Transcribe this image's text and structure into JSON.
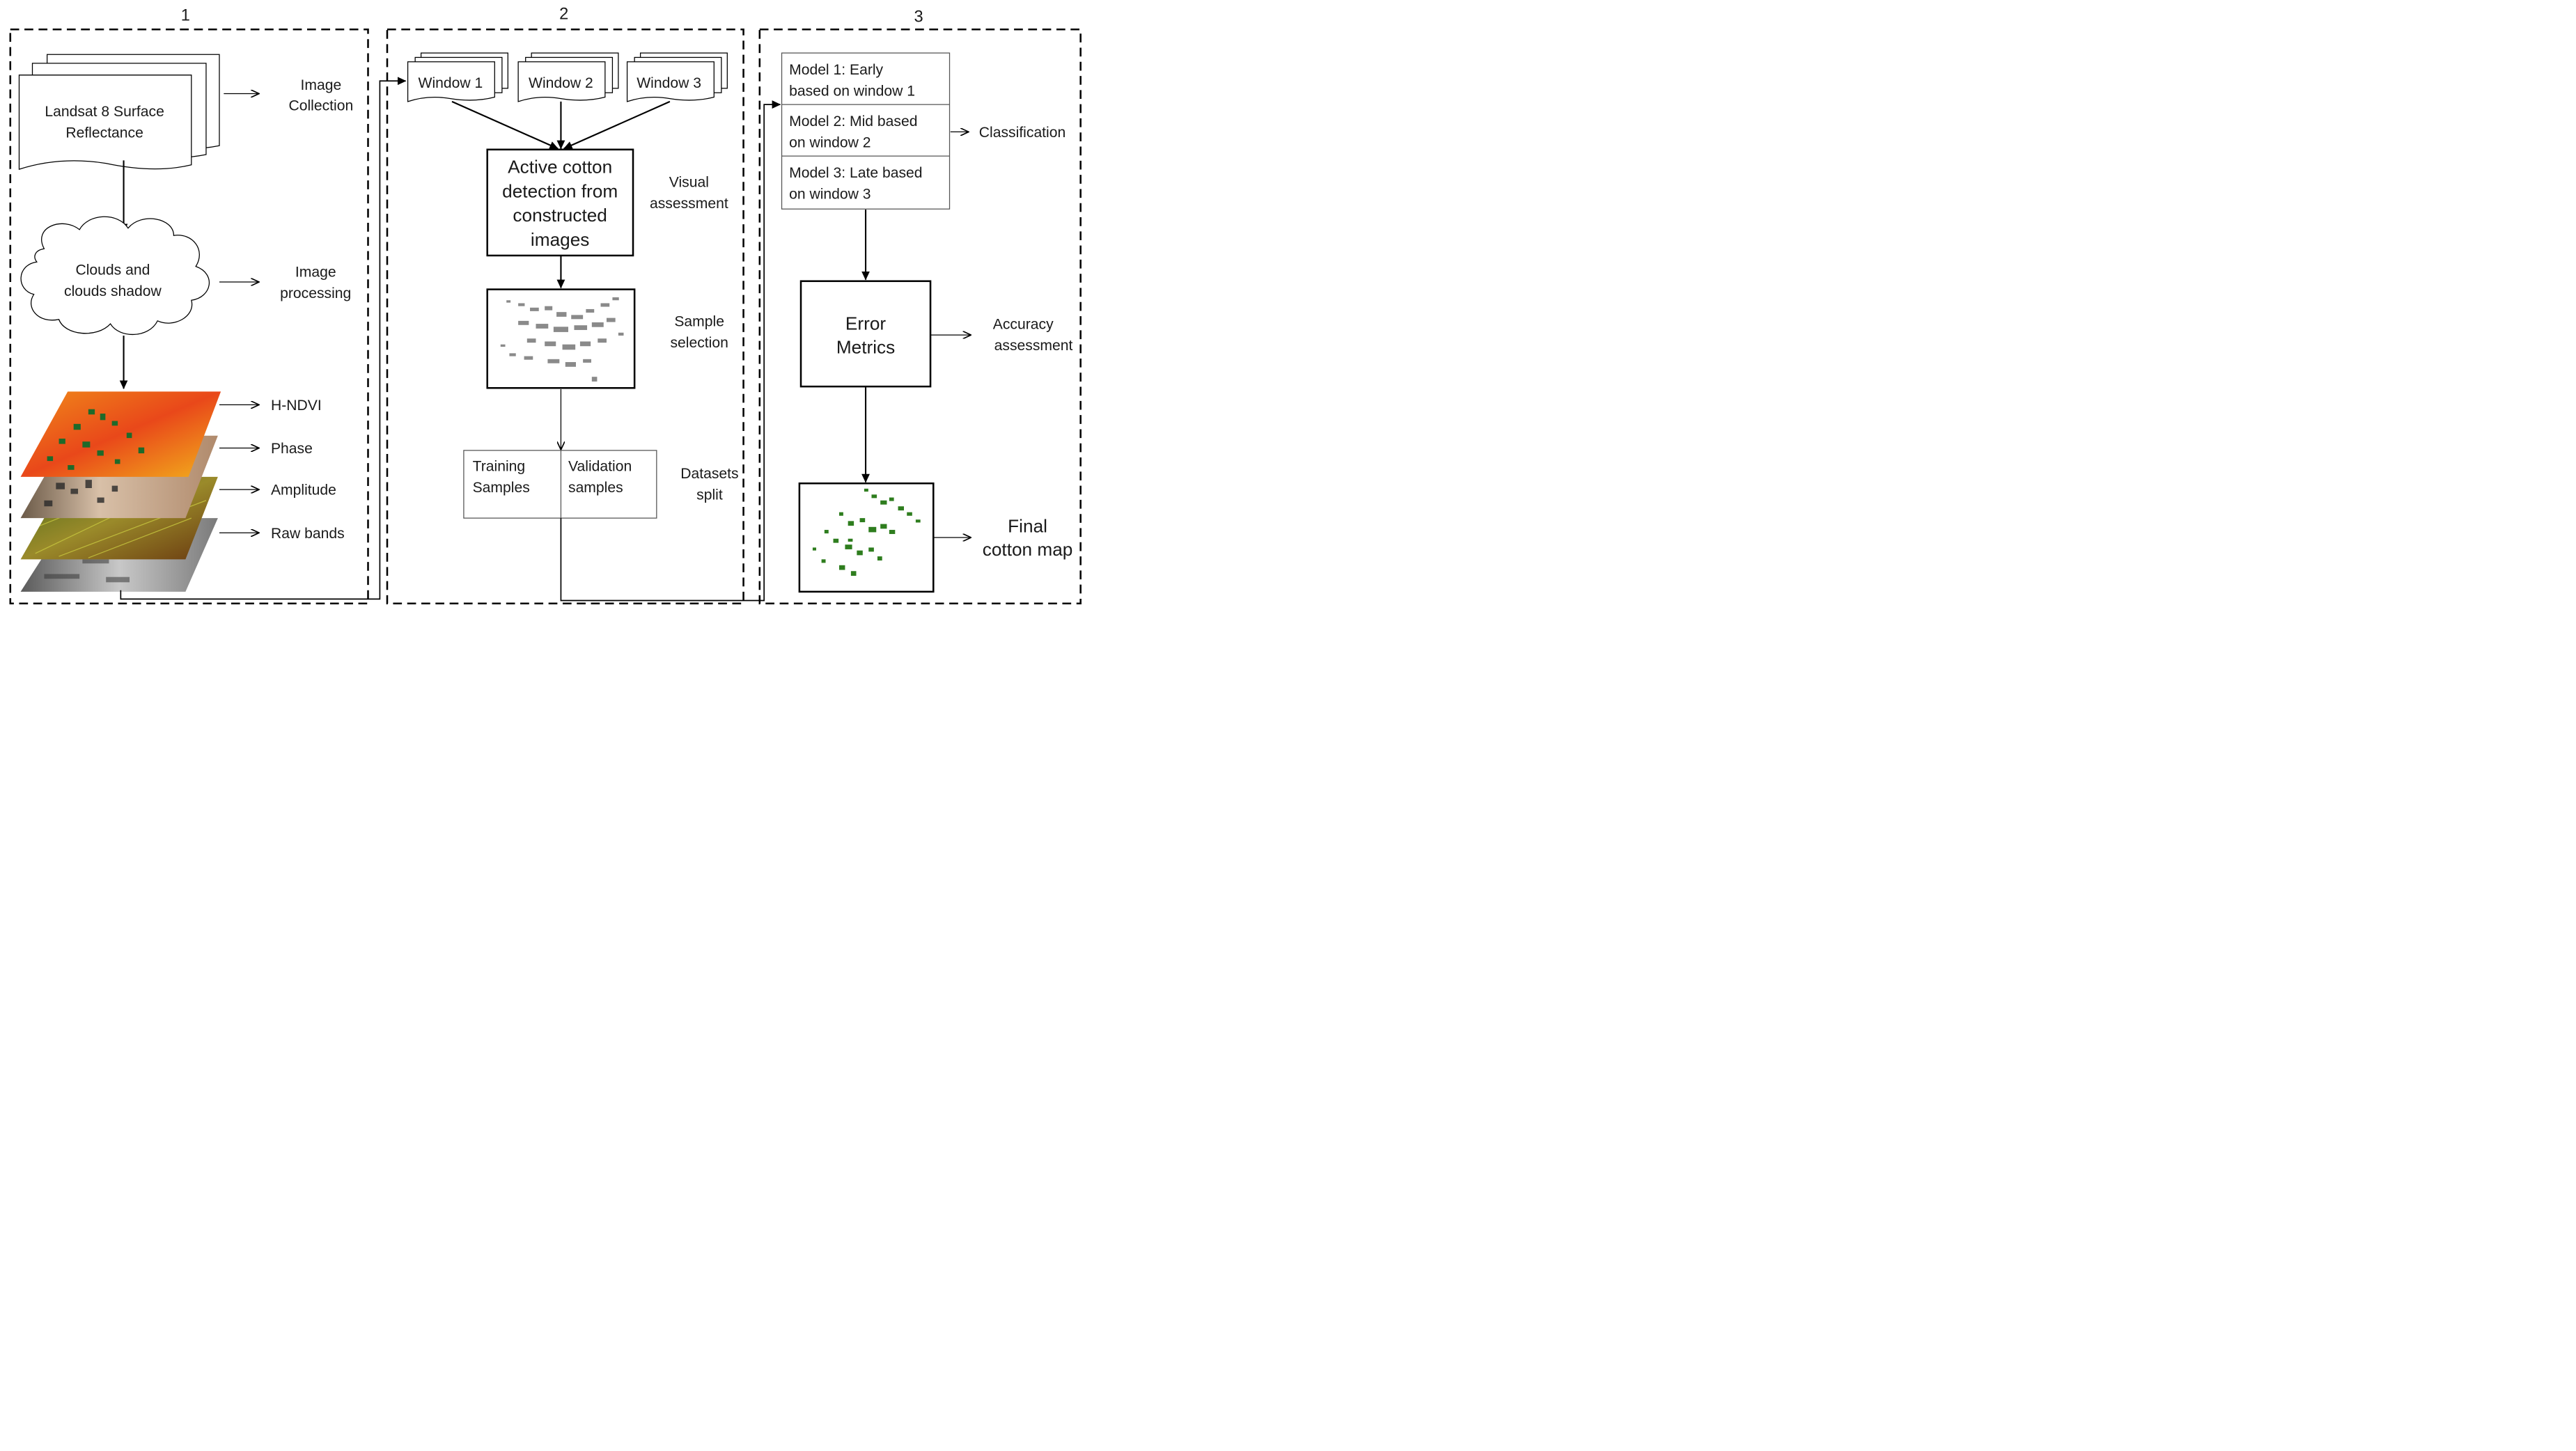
{
  "sections": {
    "num1": "1",
    "num2": "2",
    "num3": "3"
  },
  "panel1": {
    "doc_label": [
      "Landsat 8 Surface",
      "Reflectance"
    ],
    "step_image_collection": [
      "Image",
      "Collection"
    ],
    "cloud_label": [
      "Clouds and",
      "clouds shadow"
    ],
    "step_image_processing": [
      "Image",
      "processing"
    ],
    "layers": [
      {
        "label": "H-NDVI"
      },
      {
        "label": "Phase"
      },
      {
        "label": "Amplitude"
      },
      {
        "label": "Raw bands"
      }
    ]
  },
  "panel2": {
    "windows": [
      "Window 1",
      "Window 2",
      "Window 3"
    ],
    "detection_box": [
      "Active cotton",
      "detection from",
      "constructed",
      "images"
    ],
    "step_visual_assessment": [
      "Visual",
      "assessment"
    ],
    "step_sample_selection": [
      "Sample",
      "selection"
    ],
    "training_label": [
      "Training",
      "Samples"
    ],
    "validation_label": [
      "Validation",
      "samples"
    ],
    "step_datasets_split": [
      "Datasets",
      "split"
    ]
  },
  "panel3": {
    "models": [
      [
        "Model 1: Early",
        "based on window 1"
      ],
      [
        "Model 2: Mid based",
        "on window 2"
      ],
      [
        "Model 3: Late based",
        "on window 3"
      ]
    ],
    "step_classification": "Classification",
    "error_box": [
      "Error",
      "Metrics"
    ],
    "step_accuracy_assessment": [
      "Accuracy",
      "assessment"
    ],
    "step_final_map": [
      "Final",
      "cotton map"
    ]
  },
  "colors": {
    "hndvi_layer": "#e8531c",
    "phase_layer": "#c9a68a",
    "amplitude_layer": "#8a5a1a",
    "raw_layer": "#9a9a9a",
    "cotton_green": "#2e7d1e",
    "sample_gray": "#8a8a8a"
  }
}
